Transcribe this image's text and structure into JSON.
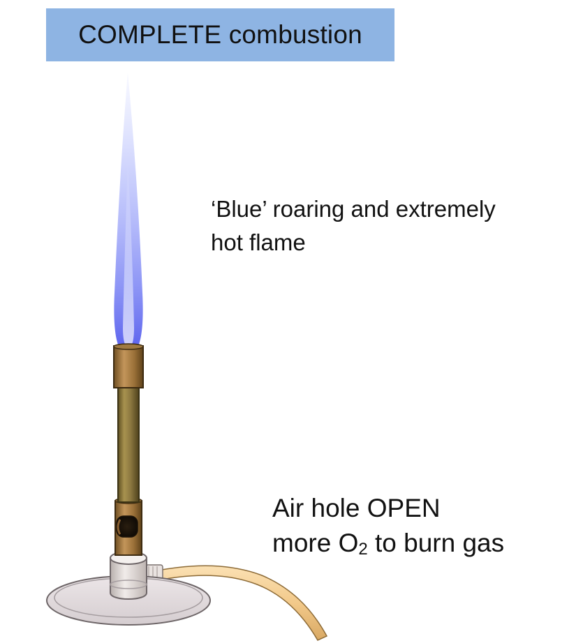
{
  "title": "COMPLETE combustion",
  "flame_label": {
    "line1": "‘Blue’ roaring and extremely",
    "line2": "hot flame"
  },
  "air_label": {
    "line1": "Air hole OPEN",
    "line2_before": "more O",
    "line2_sub": "2",
    "line2_after": " to burn gas"
  },
  "colors": {
    "title_background": "#8eb4e3",
    "flame": "#7b86f0",
    "burner_tube": "#8e7a45",
    "hose": "#f2c98a"
  }
}
